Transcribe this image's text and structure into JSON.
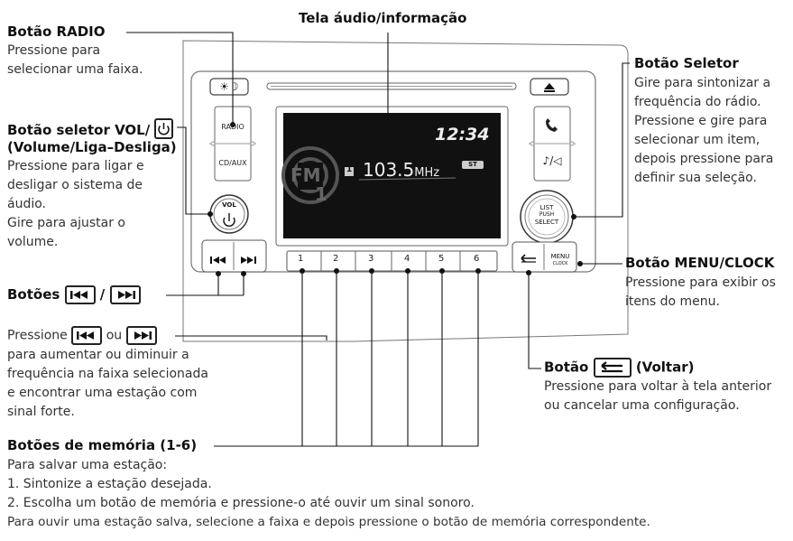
{
  "labels": {
    "radio_title": "Botão RADIO",
    "radio_desc": [
      "Pressione para",
      "selecionar uma faixa."
    ],
    "screen_title": "Tela áudio/informação",
    "selector_title": "Botão Seletor",
    "selector_desc": [
      "Gire para sintonizar a",
      "frequência do rádio.",
      "Pressione e gire para",
      "selecionar um item,",
      "depois pressione para",
      "definir sua seleção."
    ],
    "vol_title_1": "Botão seletor VOL/",
    "vol_title_2": "(Volume/Liga–Desliga)",
    "vol_desc": [
      "Pressione para ligar e",
      "desligar o sistema de",
      "áudio.",
      "Gire para ajustar o",
      "volume."
    ],
    "skip_title_prefix": "Botões",
    "skip_title_sep": "/",
    "skip_desc_prefix": "Pressione",
    "skip_desc_or": "ou",
    "skip_desc": [
      "para aumentar ou diminuir a",
      "frequência na faixa selecionada",
      "e encontrar uma estação com",
      "sinal forte."
    ],
    "menu_title": "Botão MENU/CLOCK",
    "menu_desc": [
      "Pressione para exibir os",
      "itens do menu."
    ],
    "back_title_prefix": "Botão",
    "back_title_suffix": "(Voltar)",
    "back_desc": [
      "Pressione para voltar à tela anterior",
      "ou cancelar uma configuração."
    ],
    "memory_title": "Botões de memória (1-6)",
    "memory_desc": [
      "Para salvar uma estação:",
      "1. Sintonize a estação desejada.",
      "2. Escolha um botão de memória e pressione-o até ouvir um sinal sonoro.",
      "Para ouvir uma estação salva, selecione a faixa e depois pressione o botão de memória correspondente."
    ]
  },
  "unit": {
    "radio_btn": "RADIO",
    "cdaux_btn": "CD/AUX",
    "clock": "12:34",
    "preset_indicator": "1",
    "frequency": "103.5",
    "freq_unit": "MHz",
    "stereo": "ST",
    "band": "FM",
    "band_sub": "1",
    "vol_label": "VOL",
    "presets": [
      "1",
      "2",
      "3",
      "4",
      "5",
      "6"
    ],
    "knob_labels": [
      "LIST",
      "PUSH",
      "SELECT"
    ],
    "menu_btn": "MENU",
    "menu_sub": "CLOCK"
  }
}
